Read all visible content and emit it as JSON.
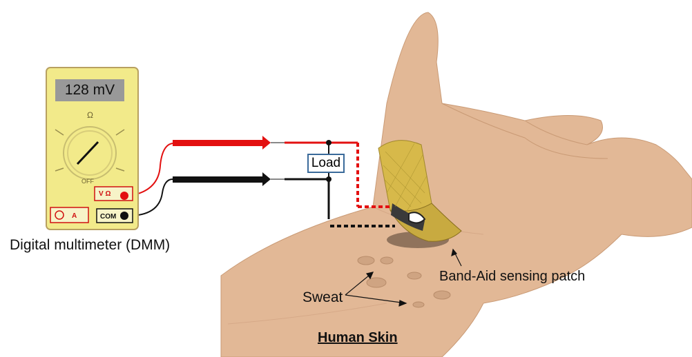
{
  "multimeter": {
    "reading": "128 mV",
    "caption": "Digital multimeter (DMM)",
    "ports": {
      "volt_ohm": "V Ω",
      "common": "COM",
      "amp": "A"
    },
    "dial": {
      "ohm": "Ω",
      "off": "OFF"
    }
  },
  "circuit": {
    "load_label": "Load"
  },
  "annotations": {
    "sweat": "Sweat",
    "patch": "Band-Aid sensing patch",
    "skin": "Human Skin"
  },
  "colors": {
    "skin": "#e2b896",
    "meter_body": "#f2ea8a",
    "meter_border": "#b8a060",
    "display": "#999999",
    "red_wire": "#e31010",
    "black_wire": "#111111",
    "patch": "#d7b94a"
  }
}
